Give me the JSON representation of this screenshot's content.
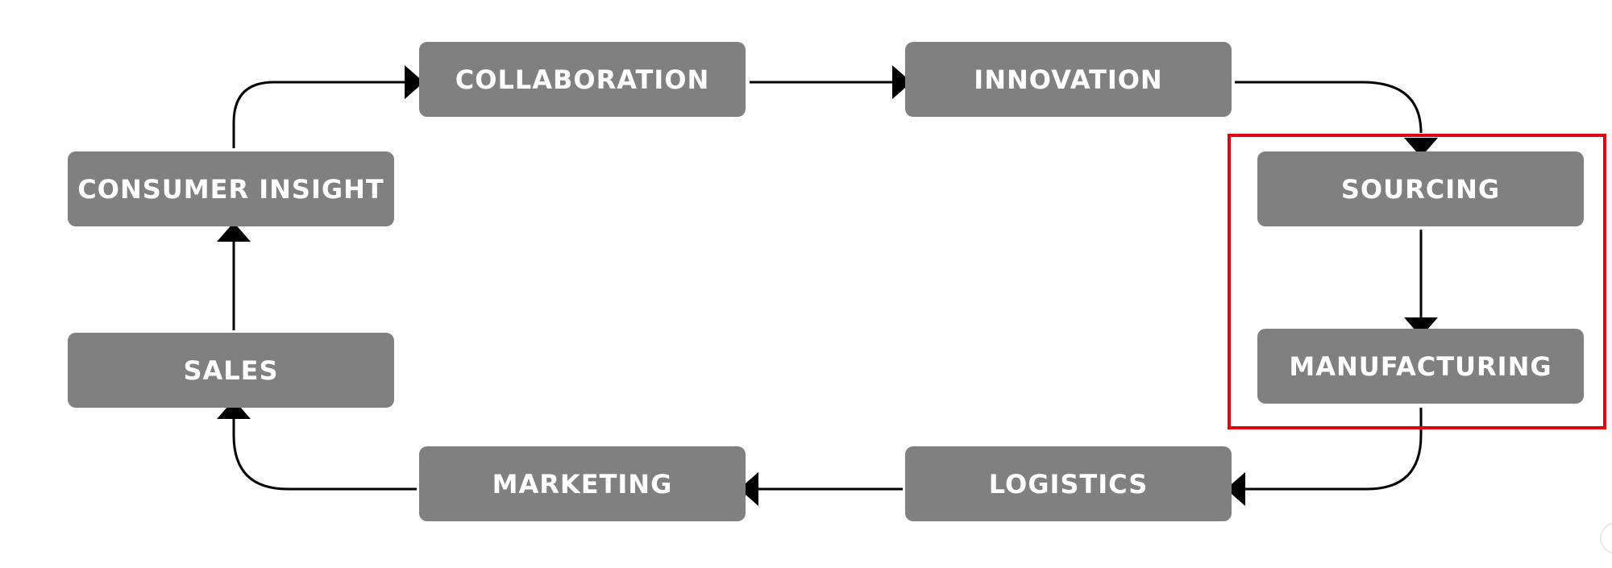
{
  "colors": {
    "node_fill": "#808080",
    "node_text": "#ffffff",
    "connector": "#000000",
    "highlight": "#e3000f",
    "background": "#ffffff"
  },
  "nodes": [
    {
      "id": "collaboration",
      "label": "COLLABORATION"
    },
    {
      "id": "innovation",
      "label": "INNOVATION"
    },
    {
      "id": "sourcing",
      "label": "SOURCING"
    },
    {
      "id": "manufacturing",
      "label": "MANUFACTURING"
    },
    {
      "id": "logistics",
      "label": "LOGISTICS"
    },
    {
      "id": "marketing",
      "label": "MARKETING"
    },
    {
      "id": "sales",
      "label": "SALES"
    },
    {
      "id": "consumer_insight",
      "label": "CONSUMER INSIGHT"
    }
  ],
  "flow": [
    {
      "from": "consumer_insight",
      "to": "collaboration"
    },
    {
      "from": "collaboration",
      "to": "innovation"
    },
    {
      "from": "innovation",
      "to": "sourcing"
    },
    {
      "from": "sourcing",
      "to": "manufacturing"
    },
    {
      "from": "manufacturing",
      "to": "logistics"
    },
    {
      "from": "logistics",
      "to": "marketing"
    },
    {
      "from": "marketing",
      "to": "sales"
    },
    {
      "from": "sales",
      "to": "consumer_insight"
    }
  ],
  "highlight": {
    "encloses": [
      "sourcing",
      "manufacturing"
    ]
  }
}
